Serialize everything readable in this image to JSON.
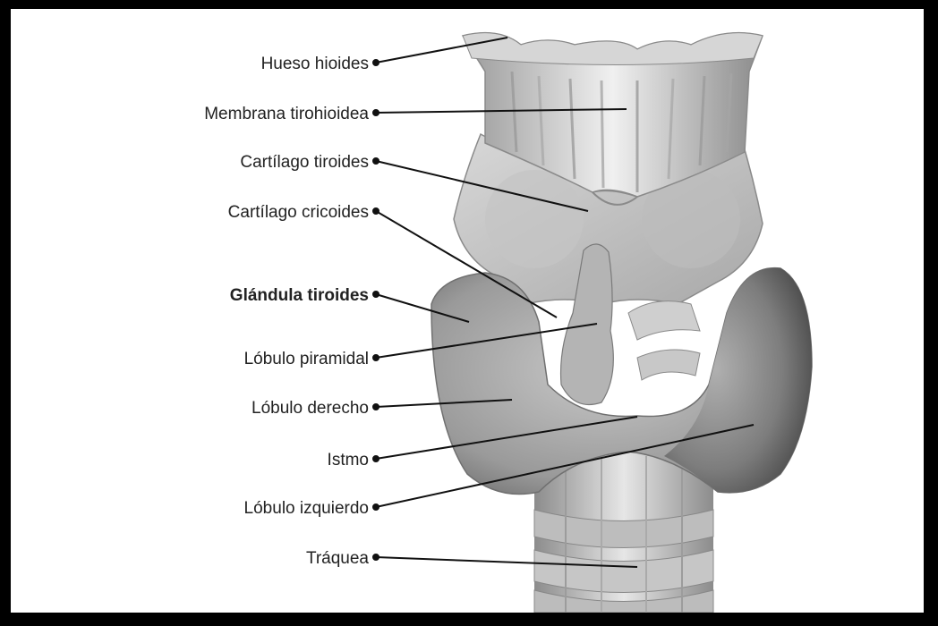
{
  "labels": {
    "hueso_hioides": "Hueso hioides",
    "membrana_tirohioidea": "Membrana tirohioidea",
    "cartilago_tiroides": "Cartílago tiroides",
    "cartilago_cricoides": "Cartílago cricoides",
    "glandula_tiroides": "Glándula tiroides",
    "lobulo_piramidal": "Lóbulo piramidal",
    "lobulo_derecho": "Lóbulo derecho",
    "istmo": "Istmo",
    "lobulo_izquierdo": "Lóbulo izquierdo",
    "traquea": "Tráquea"
  },
  "colors": {
    "background": "#ffffff",
    "frame": "#000000",
    "line": "#111111"
  }
}
